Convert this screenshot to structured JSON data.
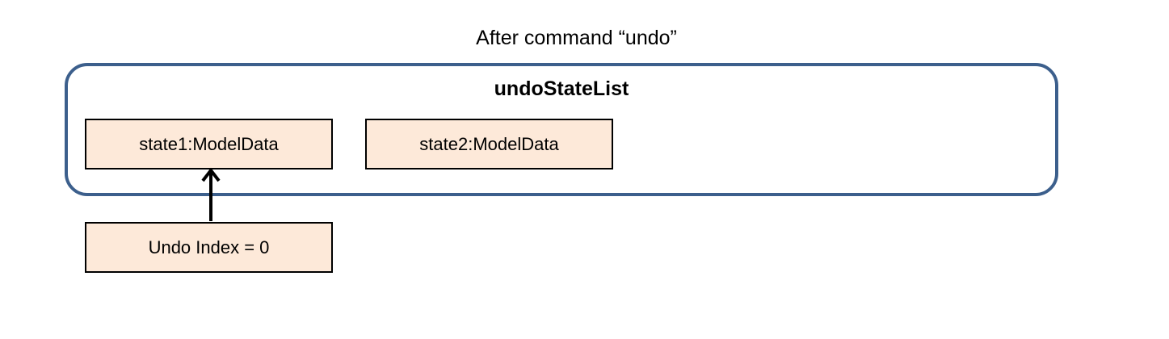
{
  "diagram": {
    "title": "After command “undo”",
    "container": {
      "label": "undoStateList",
      "border_color": "#3c5f8c"
    },
    "states": [
      {
        "label": "state1:ModelData"
      },
      {
        "label": "state2:ModelData"
      }
    ],
    "pointer": {
      "label": "Undo Index = 0",
      "points_to": "state1:ModelData"
    },
    "box_fill": "#fde9d9"
  }
}
